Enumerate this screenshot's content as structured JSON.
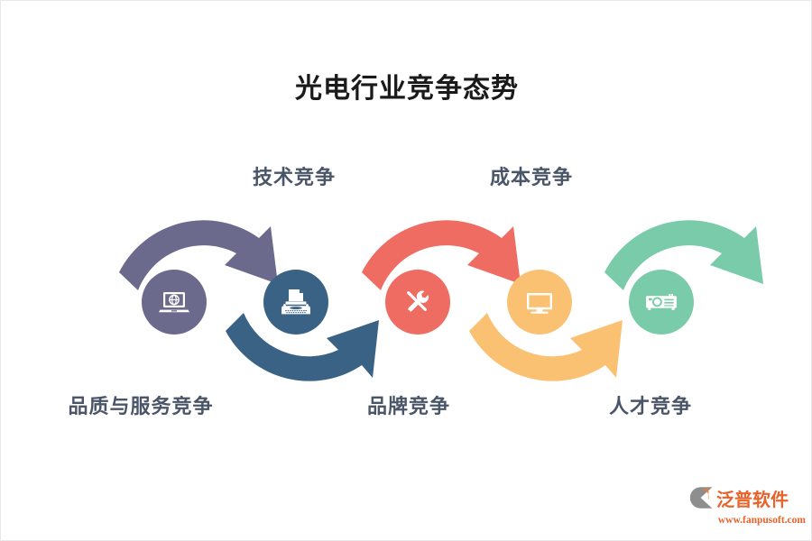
{
  "page": {
    "title": "光电行业竞争态势",
    "background_color": "#ffffff",
    "title_color": "#1a1a1a"
  },
  "diagram": {
    "type": "zigzag-process-flow",
    "label_color": "#4a5568",
    "nodes": [
      {
        "id": "node-1",
        "icon": "laptop-globe-icon",
        "color": "#6b6a8d",
        "label": "品质与服务竞争",
        "label_position": "bottom"
      },
      {
        "id": "node-2",
        "icon": "typewriter-icon",
        "color": "#3a6285",
        "label": "技术竞争",
        "label_position": "top"
      },
      {
        "id": "node-3",
        "icon": "wrench-screwdriver-icon",
        "color": "#ef6c63",
        "label": "品牌竞争",
        "label_position": "bottom"
      },
      {
        "id": "node-4",
        "icon": "monitor-icon",
        "color": "#fac173",
        "label": "成本竞争",
        "label_position": "top"
      },
      {
        "id": "node-5",
        "icon": "projector-icon",
        "color": "#79cbaa",
        "label": "人才竞争",
        "label_position": "bottom"
      }
    ],
    "arrows": [
      {
        "id": "arrow-1",
        "direction": "over-top",
        "color": "#6b6a8d"
      },
      {
        "id": "arrow-2",
        "direction": "under-bottom",
        "color": "#3a6285"
      },
      {
        "id": "arrow-3",
        "direction": "over-top",
        "color": "#ef6c63"
      },
      {
        "id": "arrow-4",
        "direction": "under-bottom",
        "color": "#fac173"
      },
      {
        "id": "arrow-5",
        "direction": "over-top",
        "color": "#79cbaa"
      }
    ]
  },
  "watermark": {
    "brand": "泛普软件",
    "url": "www.fanpusoft.com",
    "color": "#e8622a",
    "mark_color": "#8a8a8a"
  }
}
